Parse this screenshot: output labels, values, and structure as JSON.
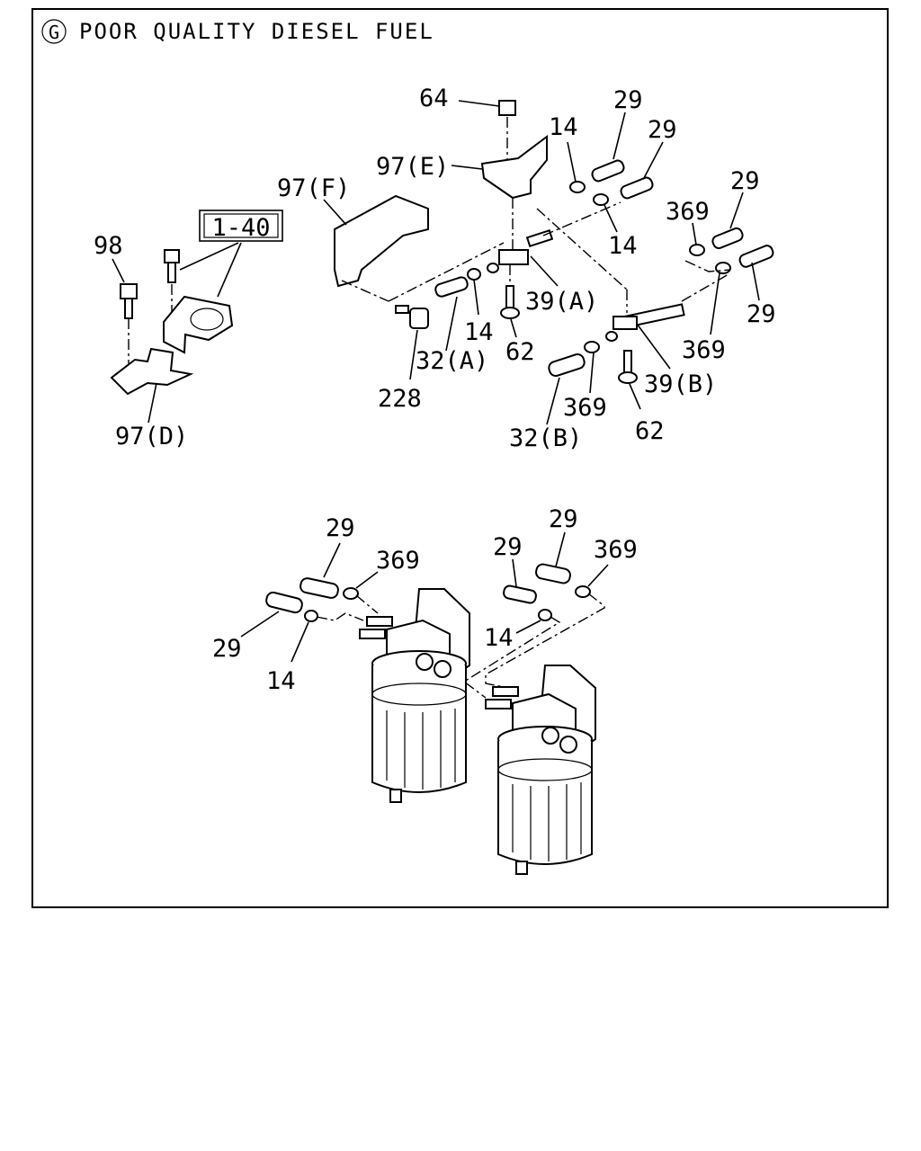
{
  "title": {
    "badge": "G",
    "text": "POOR QUALITY DIESEL FUEL"
  },
  "reference_box": "1-40",
  "labels": {
    "l64": "64",
    "l29a": "29",
    "l29b": "29",
    "l14a": "14",
    "l97e": "97(E)",
    "l97f": "97(F)",
    "l14b": "14",
    "l29c": "29",
    "l369a": "369",
    "l98": "98",
    "l29d": "29",
    "l39a": "39(A)",
    "l14c": "14",
    "l369b": "369",
    "l62a": "62",
    "l32a": "32(A)",
    "l228": "228",
    "l39b": "39(B)",
    "l369c": "369",
    "l97d": "97(D)",
    "l62b": "62",
    "l32b": "32(B)",
    "l29e": "29",
    "l369d": "369",
    "l29f": "29",
    "l29g": "29",
    "l369e": "369",
    "l14d": "14",
    "l29h": "29",
    "l14e": "14"
  }
}
